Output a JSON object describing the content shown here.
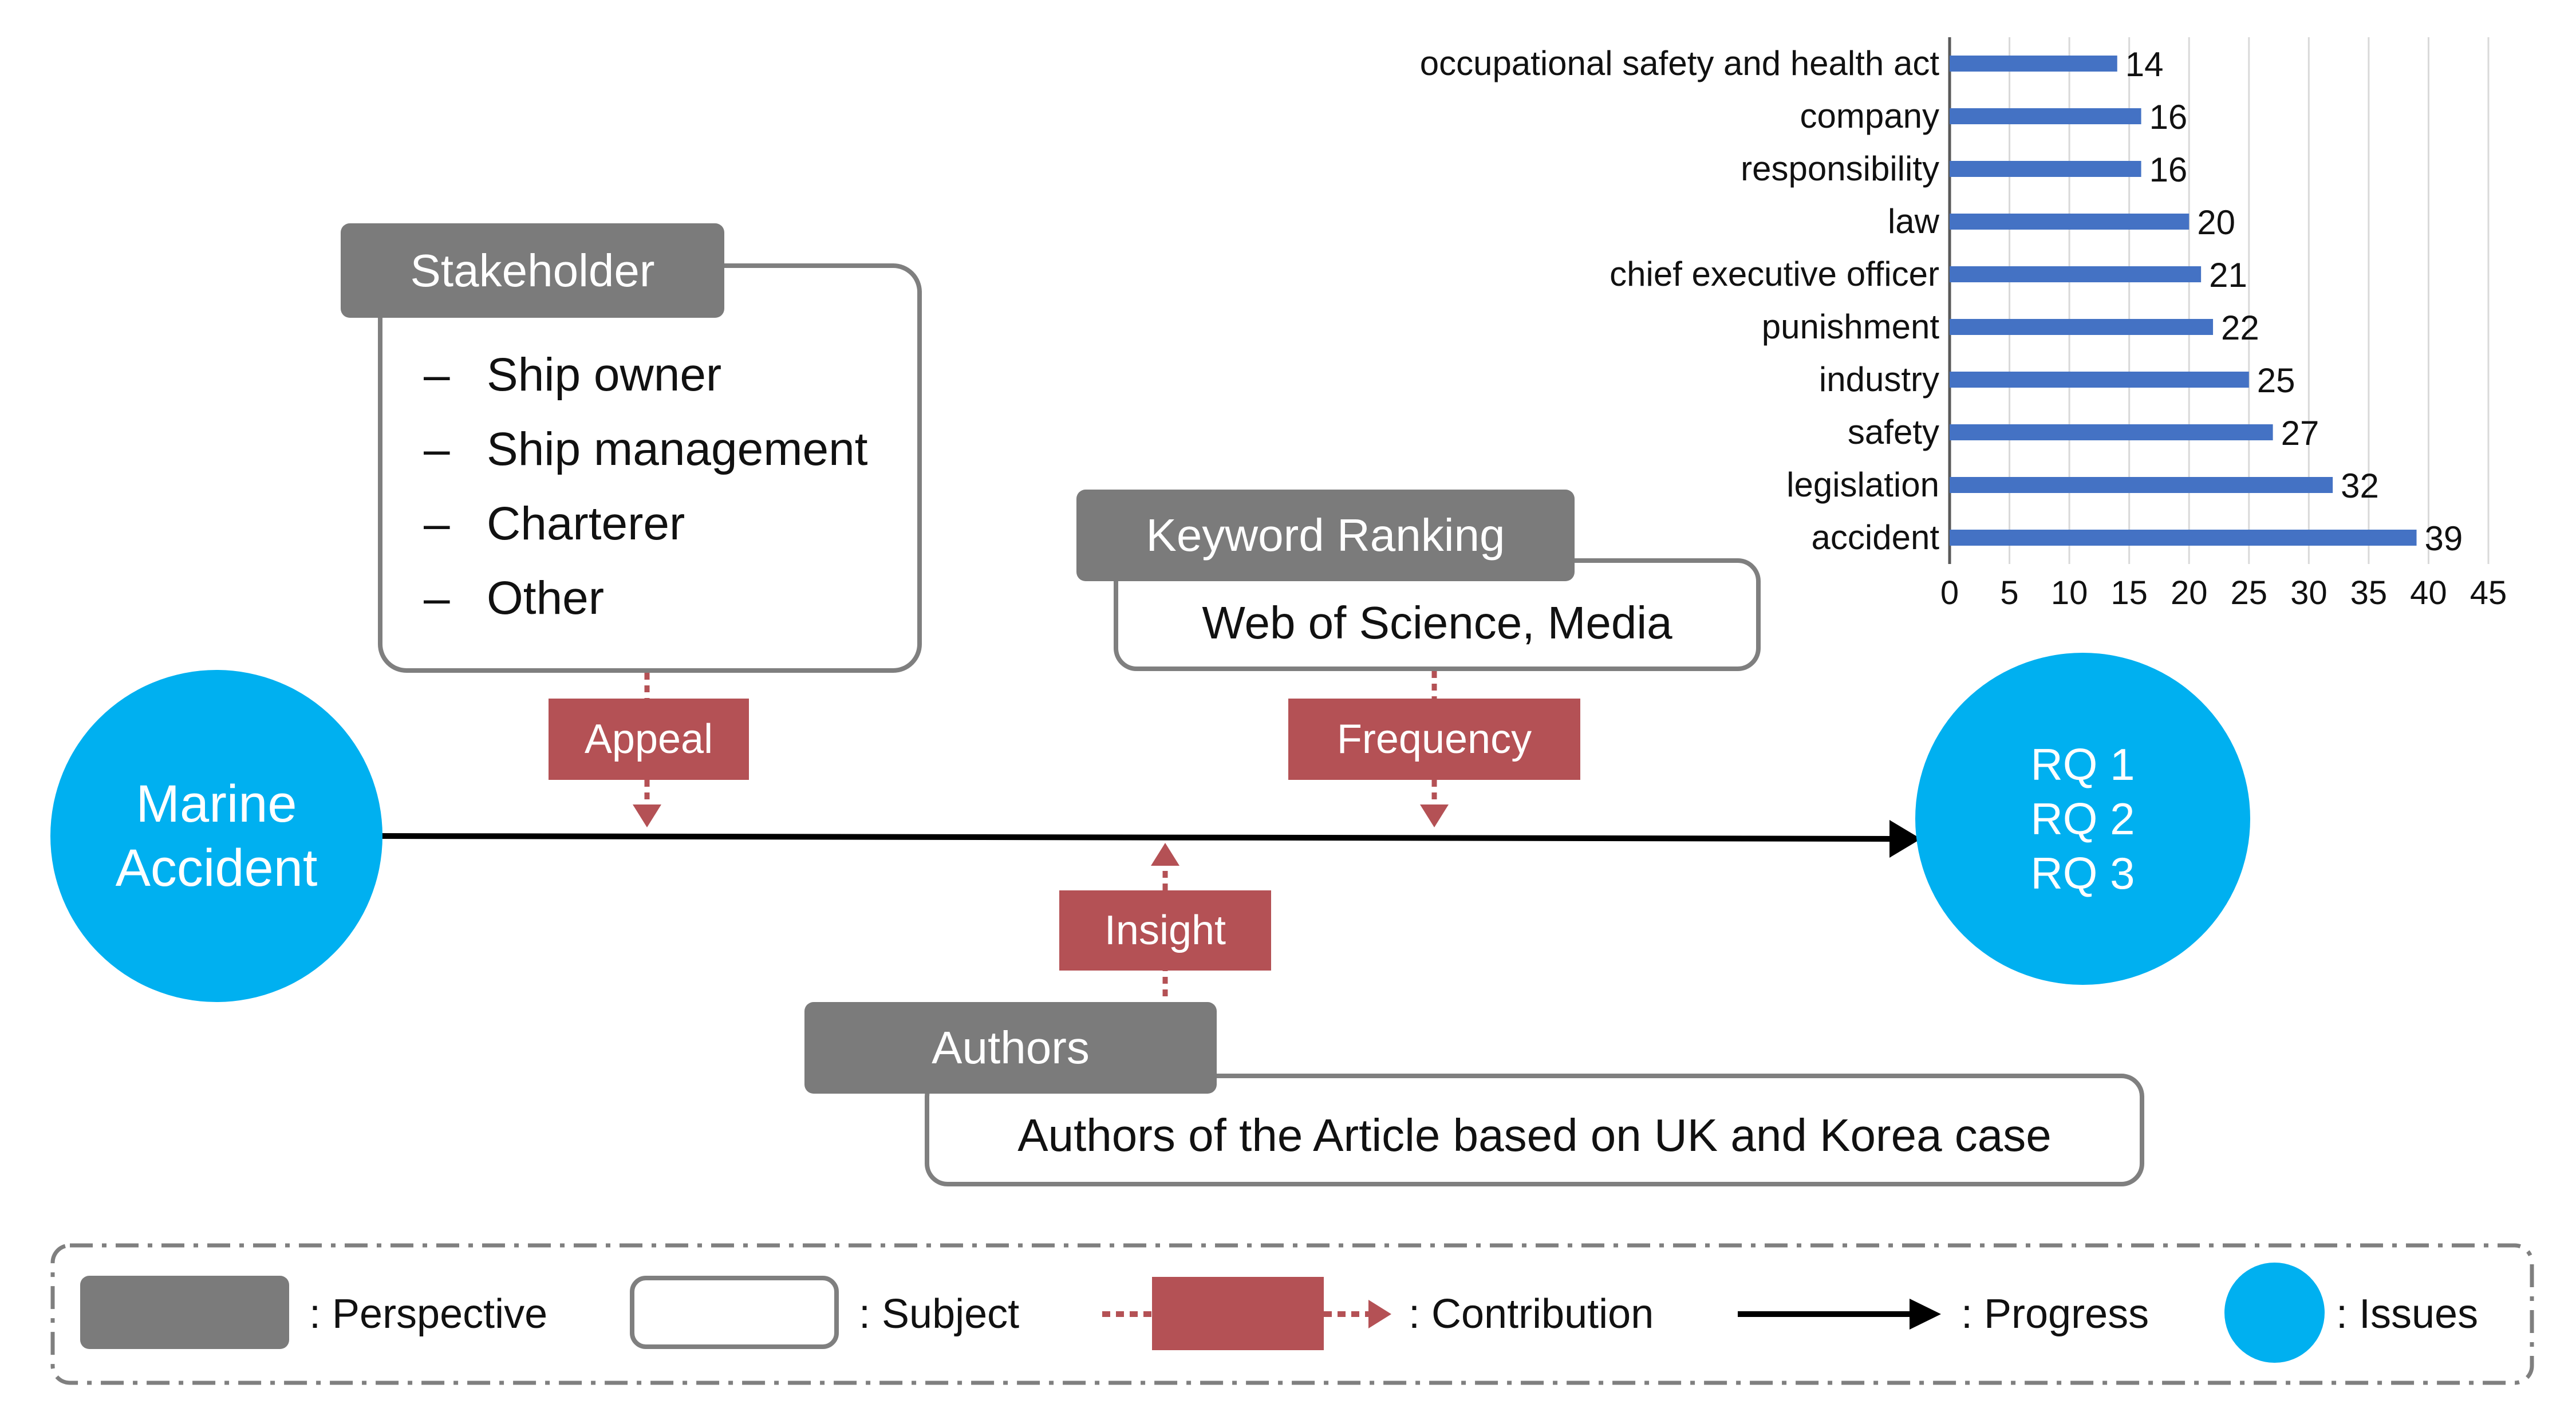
{
  "stakeholder": {
    "title": "Stakeholder",
    "items": [
      {
        "dash": "–",
        "label": "Ship owner"
      },
      {
        "dash": "–",
        "label": "Ship management"
      },
      {
        "dash": "–",
        "label": "Charterer"
      },
      {
        "dash": "–",
        "label": "Other"
      }
    ]
  },
  "keyword": {
    "title": "Keyword Ranking",
    "subject": "Web of Science, Media"
  },
  "authors": {
    "title": "Authors",
    "subject": "Authors of the Article based on UK and Korea case"
  },
  "contributions": {
    "appeal": "Appeal",
    "frequency": "Frequency",
    "insight": "Insight"
  },
  "issues": {
    "left": [
      "Marine",
      "Accident"
    ],
    "right": [
      "RQ 1",
      "RQ 2",
      "RQ 3"
    ]
  },
  "legend": {
    "perspective": ": Perspective",
    "subject": ": Subject",
    "contribution": ": Contribution",
    "progress": ": Progress",
    "issues": ": Issues"
  },
  "colors": {
    "perspective": "#7b7b7b",
    "contribution": "#b45155",
    "issue": "#00b0f0",
    "bar": "#4472c4"
  },
  "chart_data": {
    "type": "bar",
    "orientation": "horizontal",
    "categories": [
      "occupational safety and health act",
      "company",
      "responsibility",
      "law",
      "chief executive officer",
      "punishment",
      "industry",
      "safety",
      "legislation",
      "accident"
    ],
    "values": [
      14,
      16,
      16,
      20,
      21,
      22,
      25,
      27,
      32,
      39
    ],
    "xlim": [
      0,
      45
    ],
    "xticks": [
      "0",
      "5",
      "10",
      "15",
      "20",
      "25",
      "30",
      "35",
      "40",
      "45"
    ],
    "grid": true,
    "title": "",
    "xlabel": "",
    "ylabel": ""
  }
}
